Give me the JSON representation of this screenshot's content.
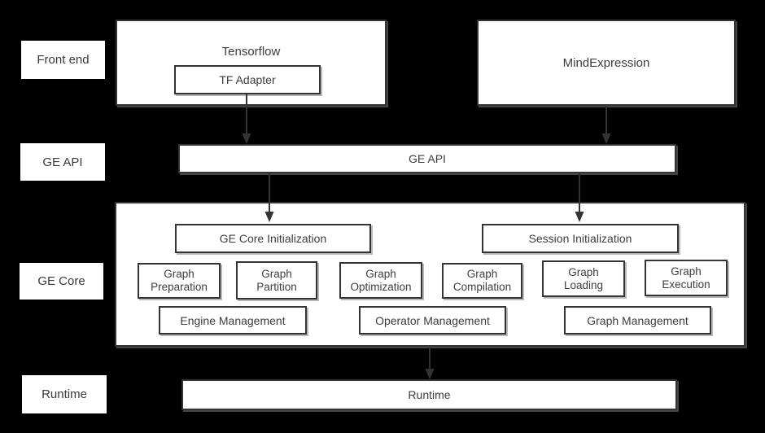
{
  "colors": {
    "background": "#000000",
    "box_fill": "#ffffff",
    "box_border": "#333333",
    "text": "#3d3d3d",
    "arrow": "#333333"
  },
  "row_labels": {
    "front_end": "Front end",
    "ge_api": "GE API",
    "ge_core": "GE Core",
    "runtime": "Runtime"
  },
  "frontend": {
    "tensorflow_label": "Tensorflow",
    "tf_adapter_label": "TF Adapter",
    "mindexpression_label": "MindExpression"
  },
  "ge_api": {
    "label": "GE API"
  },
  "ge_core": {
    "ge_core_initialization": "GE Core Initialization",
    "session_initialization": "Session Initialization",
    "graph_preparation": "Graph Preparation",
    "graph_partition": "Graph Partition",
    "graph_optimization": "Graph Optimization",
    "graph_compilation": "Graph Compilation",
    "graph_loading": "Graph Loading",
    "graph_execution": "Graph Execution",
    "engine_management": "Engine Management",
    "operator_management": "Operator Management",
    "graph_management": "Graph Management"
  },
  "runtime": {
    "label": "Runtime"
  }
}
